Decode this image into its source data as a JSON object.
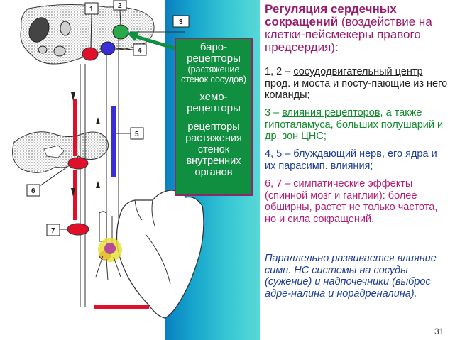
{
  "title": {
    "main": "Регуляция сердечных сокращений",
    "sub": " (воздействие на клетки-пейсмекеры правого предсердия):"
  },
  "paragraphs": {
    "p1_prefix": "1, 2 – ",
    "p1_center": "сосудодвигательный центр",
    "p1_suffix": " прод. и моста и посту-пающие из него команды;",
    "p2_prefix": "3 – ",
    "p2_influence": "влияния рецепторов",
    "p2_suffix": ", а также гипоталамуса, больших полушарий и др. зон ЦНС;",
    "p3": "4, 5 – блуждающий нерв, его ядра и их парасимп. влияния;",
    "p4": "6, 7 – симпатические эффекты (спинной мозг и ганглии): более обширны, растет не только частота, но и сила сокращений.",
    "p5": "Параллельно развивается влияние симп. НС системы на сосуды (сужение) и надпочечники (выброс адре-налина и норадреналина)."
  },
  "receptor_box": {
    "baro_line1": "баро-",
    "baro_line2": "рецепторы",
    "baro_note": "(растяжение стенок сосудов)",
    "chemo": "хемо-рецепторы",
    "stretch": "рецепторы растяжения стенок внутренних органов"
  },
  "diagram_labels": {
    "n1": "1",
    "n2": "2",
    "n3": "3",
    "n4": "4",
    "n5": "5",
    "n6": "6",
    "n7": "7"
  },
  "colors": {
    "title": "#9a1d6b",
    "green_text": "#138a2e",
    "blue_text": "#1f3d99",
    "magenta_text": "#b41e74",
    "receptor_box": "#0f8f3f",
    "sympathetic": "#e0102a",
    "parasympathetic": "#3a2fd6"
  },
  "page_number": "31"
}
